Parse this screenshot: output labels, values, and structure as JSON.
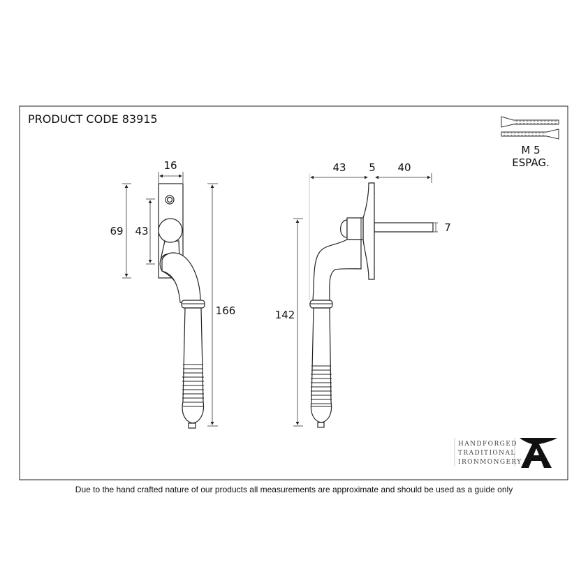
{
  "title": "PRODUCT CODE 83915",
  "screw_label": {
    "line1": "M 5",
    "line2": "ESPAG."
  },
  "front_view": {
    "width": "16",
    "height_total": "166",
    "height_plate": "69",
    "height_spindle": "43"
  },
  "side_view": {
    "projection": "43",
    "plate_thickness": "5",
    "spindle_length": "40",
    "spindle_size": "7",
    "height": "142"
  },
  "logo": {
    "line1": "HANDFORGED",
    "line2": "TRADITIONAL",
    "line3": "IRONMONGERY",
    "mark": "A"
  },
  "footer": "Due to the hand crafted nature of our products all measurements are approximate and should be used as a guide only"
}
